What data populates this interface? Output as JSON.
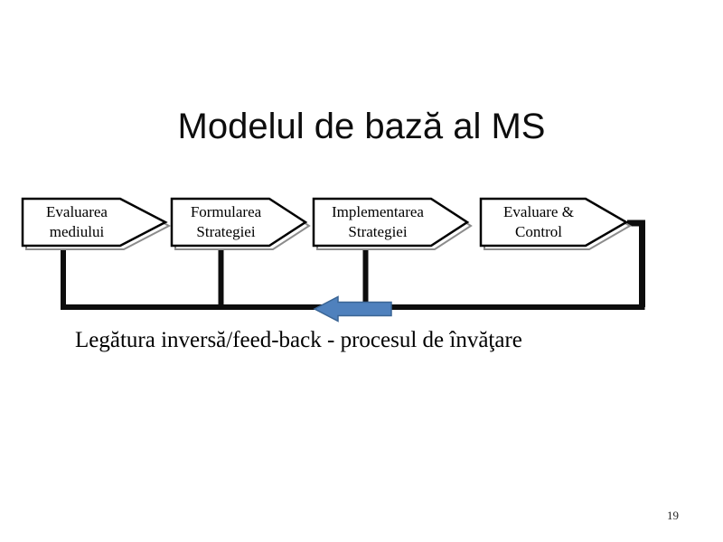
{
  "slide": {
    "title": "Modelul de bază al MS",
    "caption": "Legătura inversă/feed-back - procesul de învăţare",
    "page_number": "19",
    "steps": [
      {
        "id": "evaluarea-mediului",
        "line1": "Evaluarea",
        "line2": "mediului"
      },
      {
        "id": "formularea-strategiei",
        "line1": "Formularea",
        "line2": "Strategiei"
      },
      {
        "id": "implementarea-strategiei",
        "line1": "Implementarea",
        "line2": "Strategiei"
      },
      {
        "id": "evaluare-control",
        "line1": "Evaluare &",
        "line2": "Control"
      }
    ],
    "feedback_arrow": {
      "direction": "left",
      "icon": "left-block-arrow"
    },
    "colors": {
      "background": "#ffffff",
      "shape_fill": "#ffffff",
      "shape_border": "#000000",
      "shape_shadow": "#8c8c8c",
      "connector": "#0d0d0d",
      "feedback_arrow_fill": "#4f81bd",
      "feedback_arrow_border": "#3a6595",
      "text": "#000000"
    }
  }
}
